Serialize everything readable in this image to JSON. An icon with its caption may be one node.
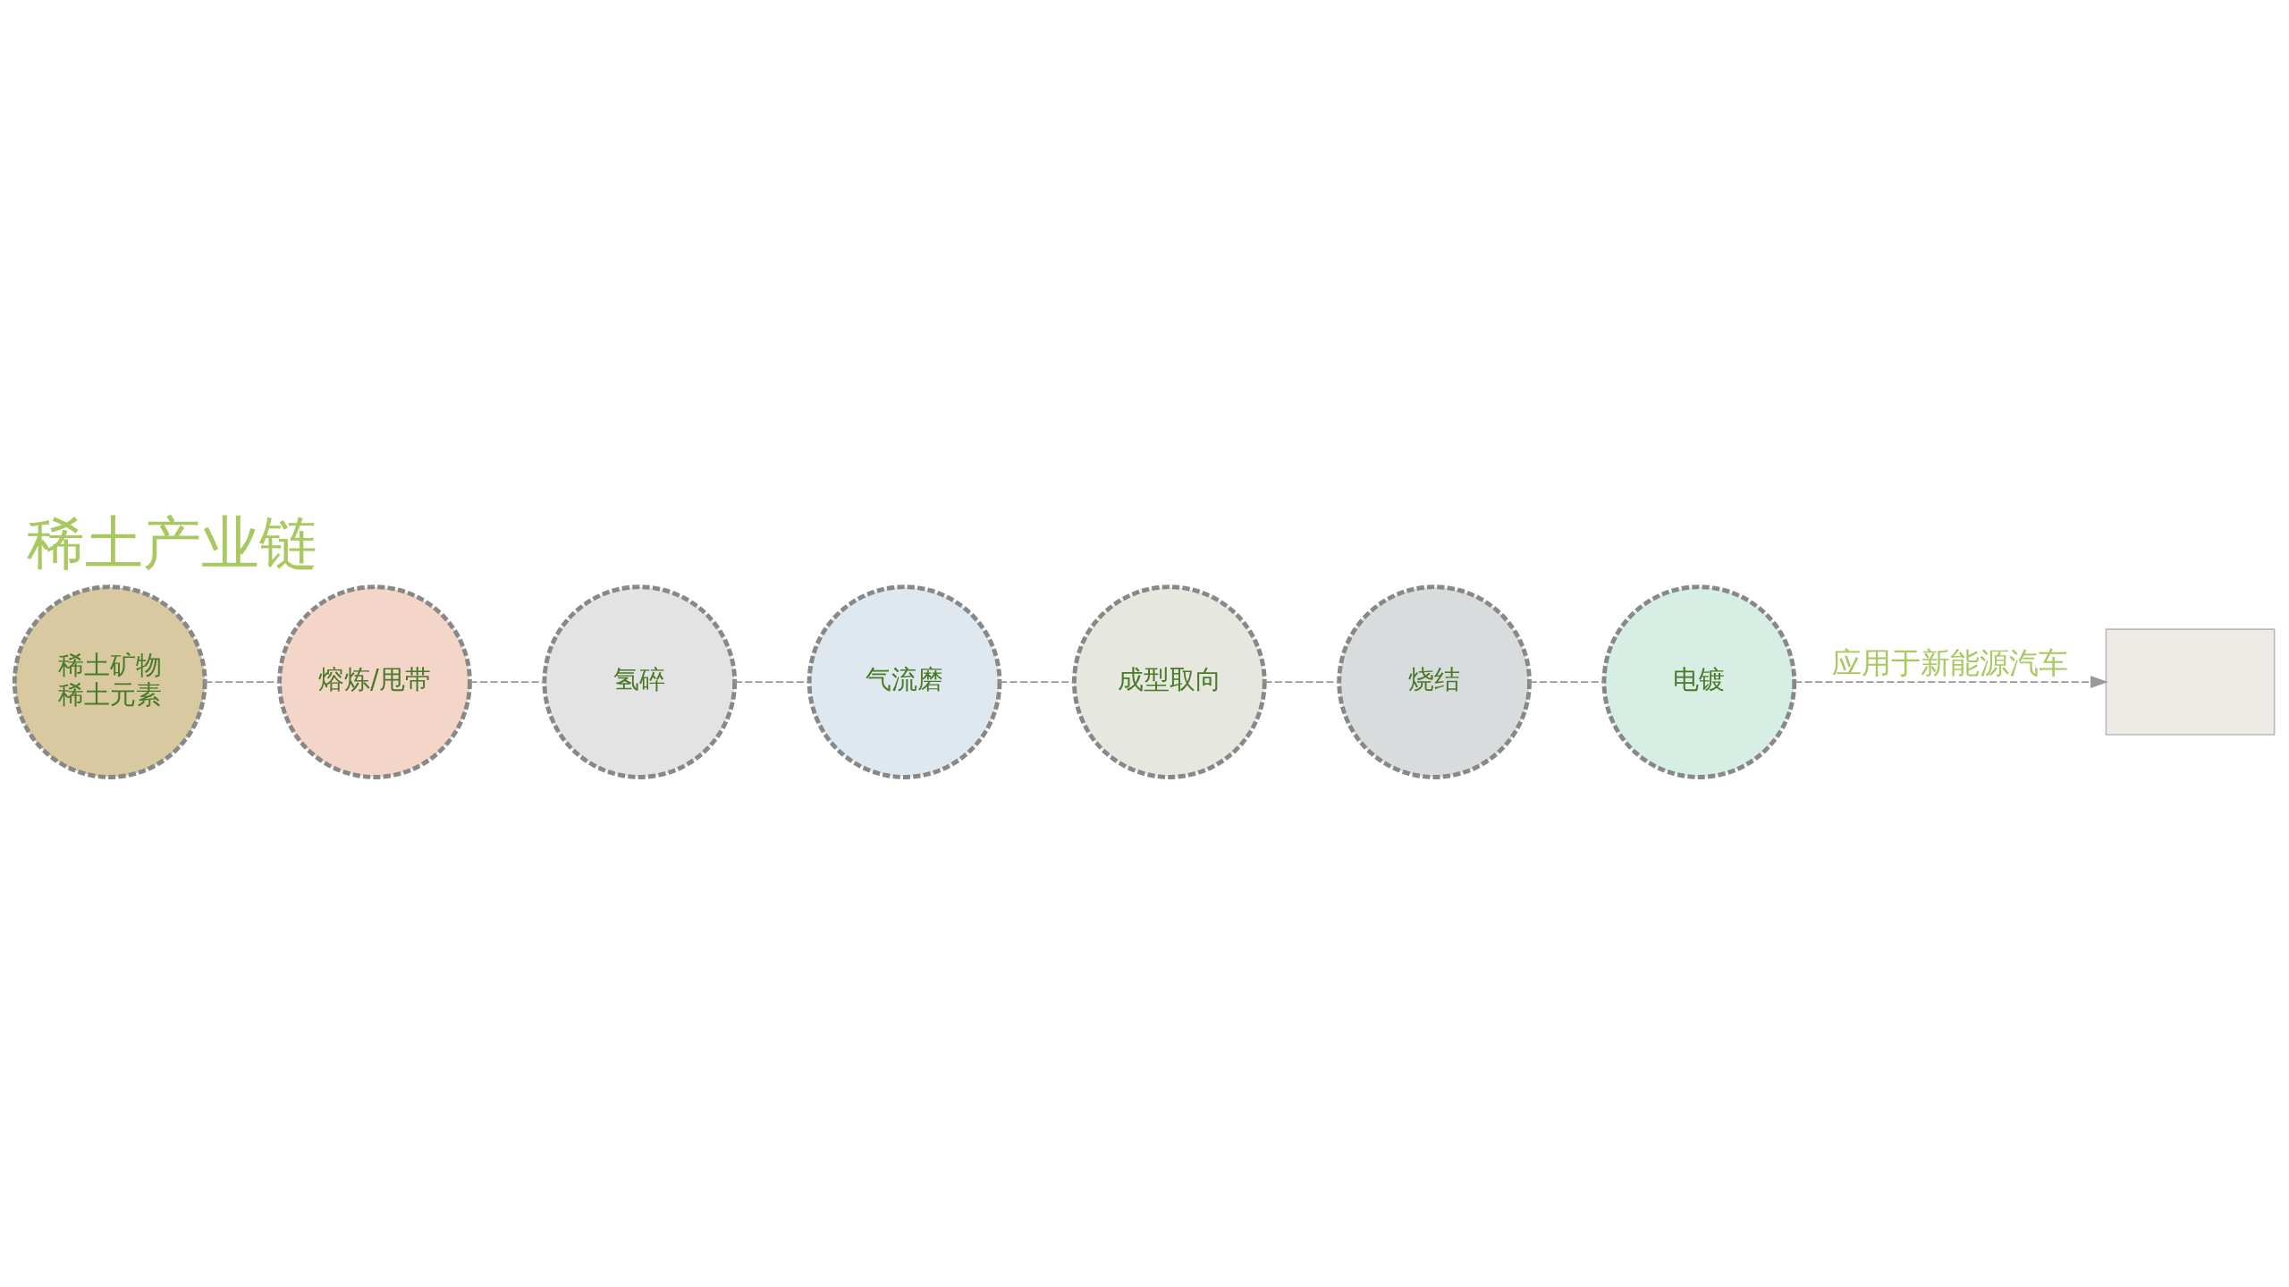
{
  "diagram": {
    "title": "稀土产业链",
    "nodes": [
      {
        "text": [
          "稀土矿物",
          "稀土元素"
        ]
      },
      {
        "text": [
          "熔炼/甩带"
        ]
      },
      {
        "text": [
          "氢碎"
        ]
      },
      {
        "text": [
          "气流磨"
        ]
      },
      {
        "text": [
          "成型取向"
        ]
      },
      {
        "text": [
          "烧结"
        ]
      },
      {
        "text": [
          "电镀"
        ]
      },
      {
        "text": [],
        "shape": "box"
      }
    ],
    "edges": [
      {
        "from": 0,
        "to": 1,
        "arrow": "none",
        "style": "dashed"
      },
      {
        "from": 1,
        "to": 2,
        "arrow": "none",
        "style": "dashed"
      },
      {
        "from": 2,
        "to": 3,
        "arrow": "none",
        "style": "dashed"
      },
      {
        "from": 3,
        "to": 4,
        "arrow": "none",
        "style": "dashed"
      },
      {
        "from": 4,
        "to": 5,
        "arrow": "none",
        "style": "dashed"
      },
      {
        "from": 5,
        "to": 6,
        "arrow": "none",
        "style": "dashed"
      },
      {
        "from": 6,
        "to": 7,
        "arrow": "to",
        "style": "dashed",
        "label": "应用于新能源汽车"
      }
    ]
  }
}
